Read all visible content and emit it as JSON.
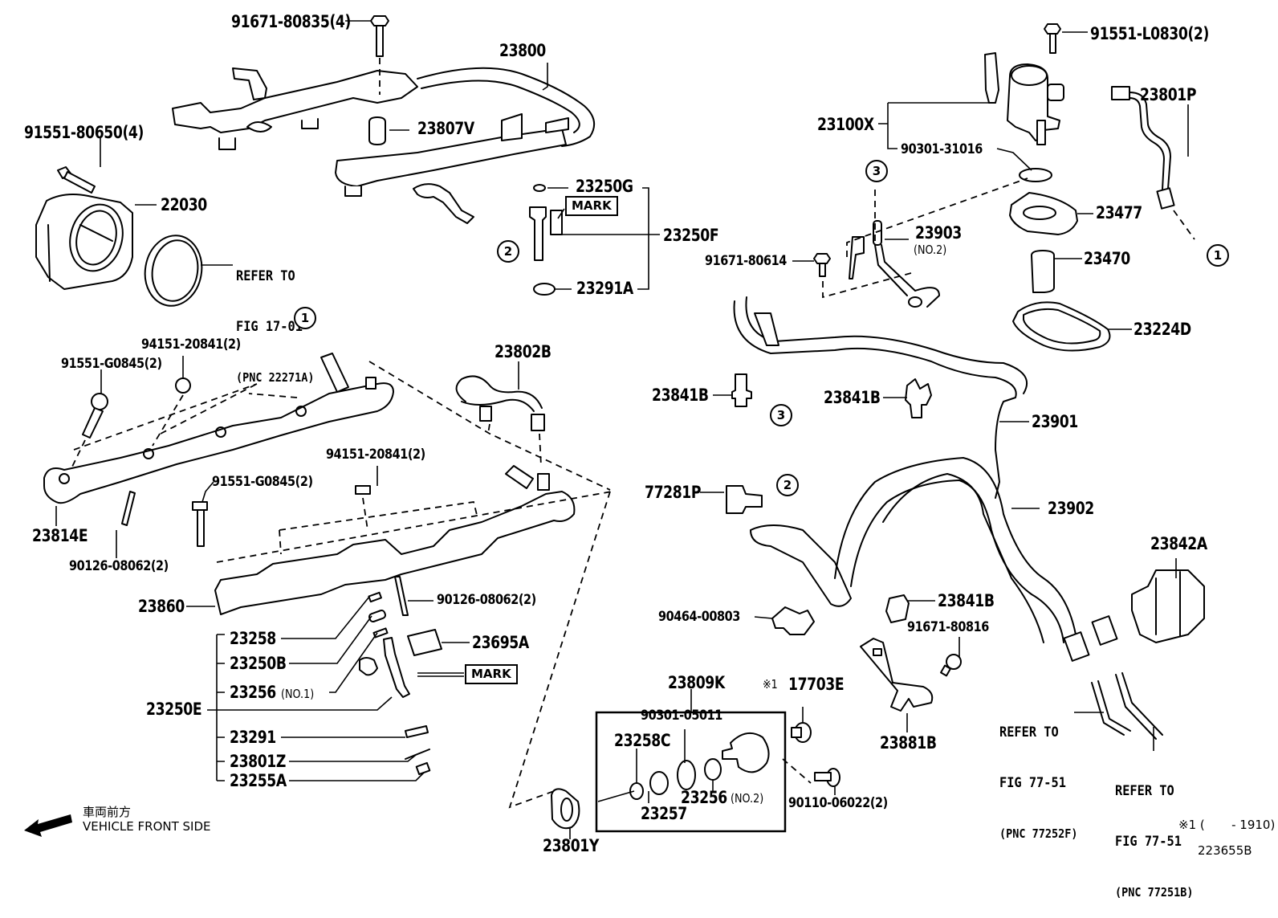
{
  "diagram": {
    "figure_id": "223655B",
    "footnote": "※1 (       - 1910)",
    "direction_indicator": {
      "japanese": "車両前方",
      "english": "VEHICLE FRONT SIDE"
    },
    "mark_label": "MARK",
    "callouts": {
      "c1": "1",
      "c2": "2",
      "c3": "3"
    },
    "parts": {
      "p91671_80835": "91671-80835(4)",
      "p23800": "23800",
      "p91551_80650": "91551-80650(4)",
      "p23807V": "23807V",
      "p22030": "22030",
      "p23250G": "23250G",
      "p23250F": "23250F",
      "p23291A": "23291A",
      "p91551_L0830": "91551-L0830(2)",
      "p23801P": "23801P",
      "p23100X": "23100X",
      "p90301_31016": "90301-31016",
      "p23477": "23477",
      "p23903": "23903",
      "p23903_note": "(NO.2)",
      "p91671_80614": "91671-80614",
      "p23470": "23470",
      "p23224D": "23224D",
      "p94151_20841_a": "94151-20841(2)",
      "p91551_G0845_a": "91551-G0845(2)",
      "p23802B": "23802B",
      "p23841B_a": "23841B",
      "p23841B_b": "23841B",
      "p23901": "23901",
      "p94151_20841_b": "94151-20841(2)",
      "p91551_G0845_b": "91551-G0845(2)",
      "p77281P": "77281P",
      "p23814E": "23814E",
      "p90126_08062_a": "90126-08062(2)",
      "p23902": "23902",
      "p23842A": "23842A",
      "p23860": "23860",
      "p90126_08062_b": "90126-08062(2)",
      "p23841B_c": "23841B",
      "p90464_00803": "90464-00803",
      "p91671_80816": "91671-80816",
      "p23258": "23258",
      "p23695A": "23695A",
      "p23250B": "23250B",
      "p23256_no1": "23256",
      "p23256_no1_note": "(NO.1)",
      "p23250E": "23250E",
      "p23291": "23291",
      "p23801Z": "23801Z",
      "p23255A": "23255A",
      "p23809K": "23809K",
      "p17703E_mark": "※1",
      "p17703E": "17703E",
      "p90301_05011": "90301-05011",
      "p23258C": "23258C",
      "p23256_no2": "23256",
      "p23256_no2_note": "(NO.2)",
      "p23257": "23257",
      "p90110_06022": "90110-06022(2)",
      "p23801Y": "23801Y",
      "p23881B": "23881B"
    },
    "references": {
      "r_22271A": {
        "line1": "REFER TO",
        "line2": "FIG 17-01",
        "line3": "(PNC 22271A)"
      },
      "r_77252F": {
        "line1": "REFER TO",
        "line2": "FIG 77-51",
        "line3": "(PNC 77252F)"
      },
      "r_77251B": {
        "line1": "REFER TO",
        "line2": "FIG 77-51",
        "line3": "(PNC 77251B)"
      }
    }
  }
}
